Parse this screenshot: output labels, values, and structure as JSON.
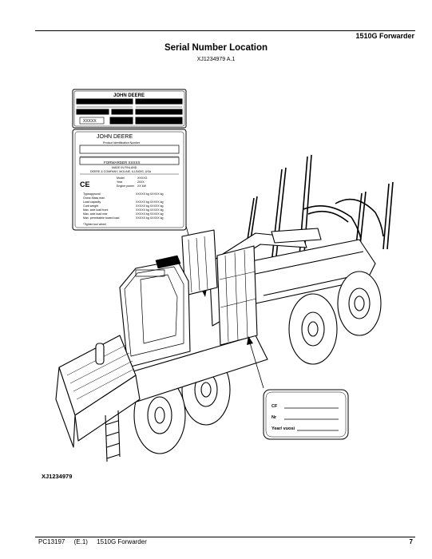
{
  "header": {
    "title": "1510G Forwarder"
  },
  "page": {
    "title": "Serial Number Location",
    "subtitle": "XJ1234979 A.1"
  },
  "figure": {
    "label": "XJ1234979",
    "top_plate": {
      "brand": "JOHN DEERE",
      "box_value": "XXXXX"
    },
    "main_plate": {
      "brand": "JOHN DEERE",
      "serial_caption": "Product Identification Number",
      "name_row": "FORWARDER XXXXX",
      "maker_line1": "MADE IN FINLAND",
      "maker_line2": "DEERE & COMPANY, MOLINE, ILLINOIS, USA",
      "ce_mark": "CE",
      "info_rows": [
        {
          "label": "Model",
          "value": "XXXXG"
        },
        {
          "label": "Year",
          "value": "20XX"
        },
        {
          "label": "Engine power",
          "value": "XX kW"
        }
      ],
      "weight_rows": [
        {
          "label": "Typeapproval",
          "value": "XXXXX kg  XXXXX kg"
        },
        {
          "label": "Gross Mass max.",
          "value": ""
        },
        {
          "label": "Load capacity",
          "value": "XXXXX kg  XXXXX kg"
        },
        {
          "label": "Curb weight",
          "value": "XXXXX kg  XXXXX kg"
        },
        {
          "label": "Max. axle load front",
          "value": "XXXXX kg  XXXXX kg"
        },
        {
          "label": "Max. axle load rear",
          "value": "XXXXX kg  XXXXX kg"
        },
        {
          "label": "Max. permissible towed load",
          "value": "XXXXX kg  XXXXX kg"
        }
      ],
      "footnote": "*Tighten tool wheel"
    },
    "side_plate": {
      "rows": [
        {
          "label": "CF"
        },
        {
          "label": "Nr"
        },
        {
          "label": "Year/ vuosi"
        }
      ]
    }
  },
  "footer": {
    "doc_id": "PC13197",
    "edition": "(E.1)",
    "product": "1510G Forwarder",
    "page_number": "7"
  }
}
